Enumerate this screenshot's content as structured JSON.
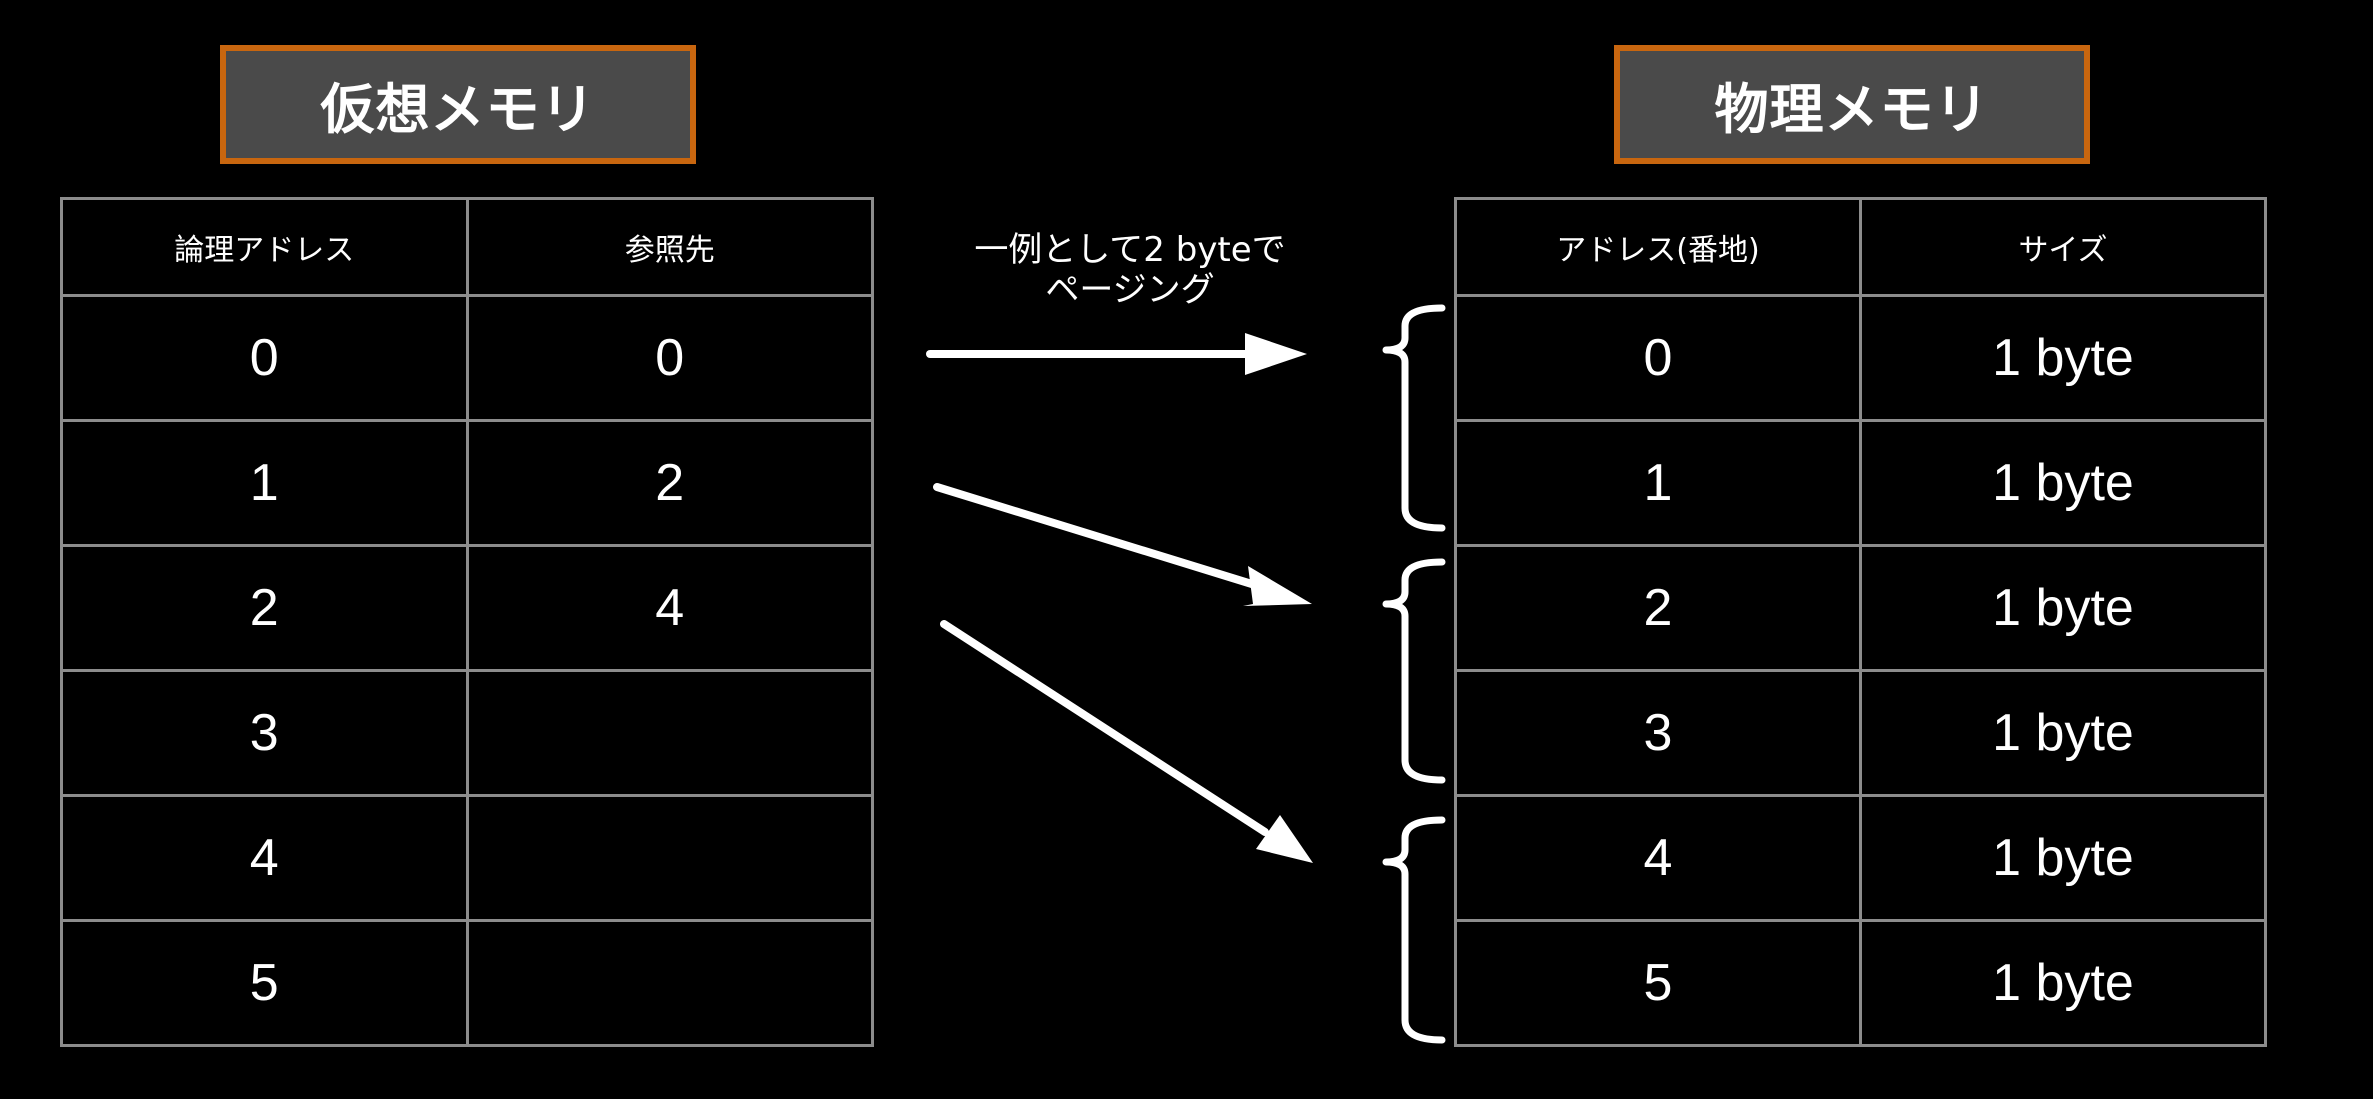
{
  "virtual_memory": {
    "title": "仮想メモリ",
    "headers": [
      "論理アドレス",
      "参照先"
    ],
    "rows": [
      [
        "0",
        "0"
      ],
      [
        "1",
        "2"
      ],
      [
        "2",
        "4"
      ],
      [
        "3",
        ""
      ],
      [
        "4",
        ""
      ],
      [
        "5",
        ""
      ]
    ]
  },
  "physical_memory": {
    "title": "物理メモリ",
    "headers": [
      "アドレス(番地)",
      "サイズ"
    ],
    "rows": [
      [
        "0",
        "1 byte"
      ],
      [
        "1",
        "1 byte"
      ],
      [
        "2",
        "1 byte"
      ],
      [
        "3",
        "1 byte"
      ],
      [
        "4",
        "1 byte"
      ],
      [
        "5",
        "1 byte"
      ]
    ]
  },
  "mapping_note": {
    "line1": "一例として2 byteで",
    "line2": "ページング"
  },
  "colors": {
    "background": "#000000",
    "title_fill": "#4a4a4a",
    "title_border": "#c8660f",
    "grid": "#8c8c8c",
    "arrow": "#ffffff"
  }
}
